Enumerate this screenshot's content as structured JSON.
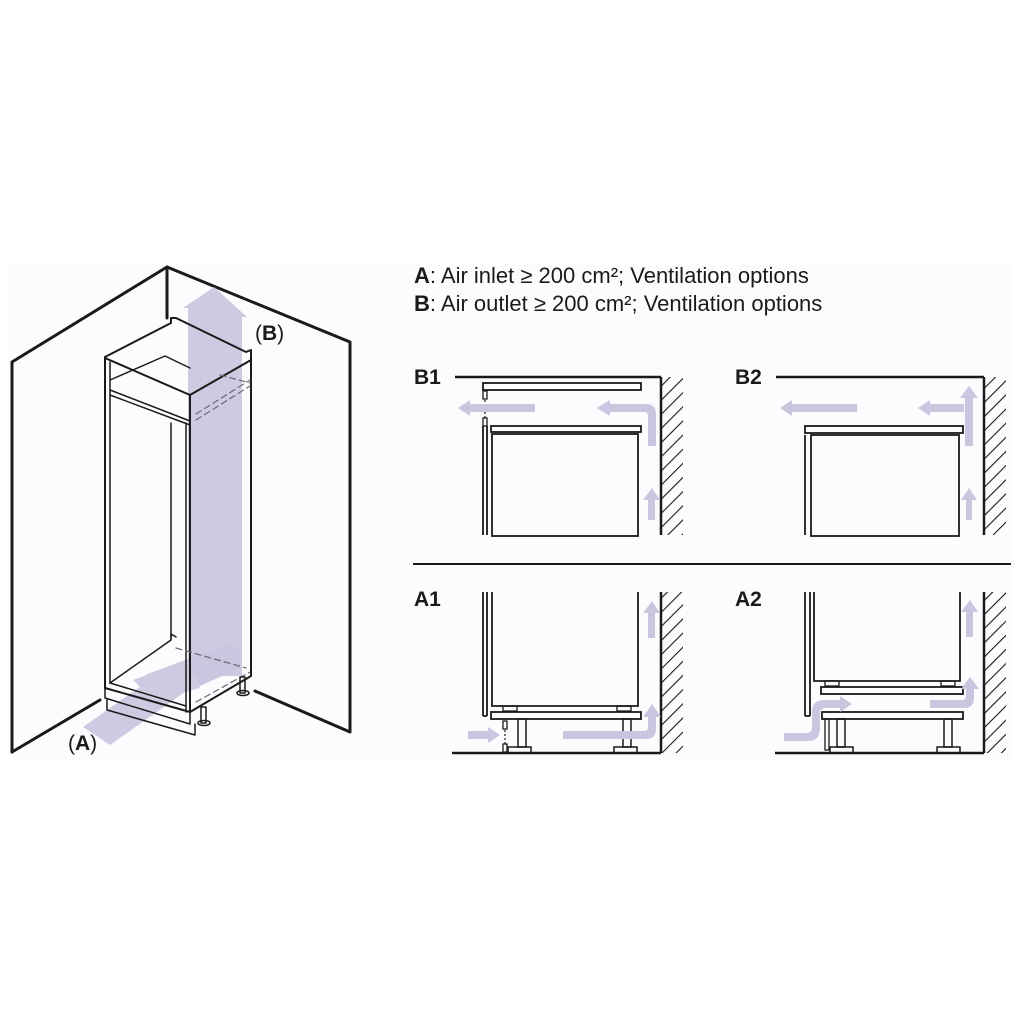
{
  "legend": {
    "line_a": {
      "key": "A",
      "text": ": Air inlet ≥ 200 cm²; Ventilation options"
    },
    "line_b": {
      "key": "B",
      "text": ": Air outlet ≥ 200 cm²; Ventilation options"
    }
  },
  "perspective": {
    "label_inlet": {
      "open": "(",
      "key": "A",
      "close": ")"
    },
    "label_outlet": {
      "open": "(",
      "key": "B",
      "close": ")"
    }
  },
  "details": {
    "b1": "B1",
    "b2": "B2",
    "a1": "A1",
    "a2": "A2"
  },
  "colors": {
    "line": "#1a1a1a",
    "airflow": "#c9c6e0",
    "background": "#fdfbfe"
  }
}
